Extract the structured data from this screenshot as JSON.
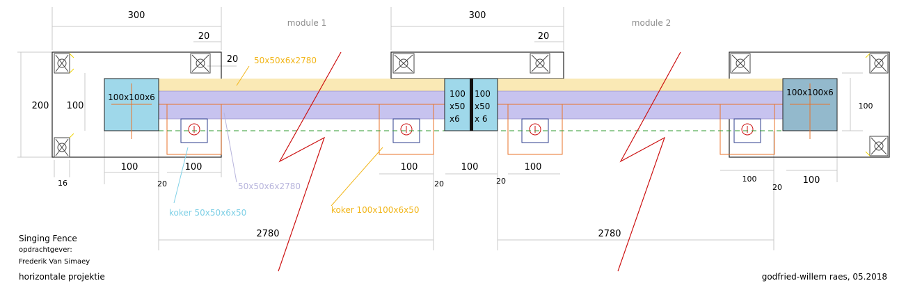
{
  "title_block": {
    "project": "Singing Fence",
    "client_label": "opdrachtgever:",
    "client_name": "Frederik Van Simaey",
    "view": "horizontale projektie",
    "author": "godfried-willem raes, 05.2018"
  },
  "modules": [
    "module 1",
    "module 2"
  ],
  "materials": {
    "top_rail": "50x50x6x2780",
    "bottom_rail": "50x50x6x2780",
    "post_large": "100x100x6",
    "post_half_a": [
      "100",
      "x50",
      "x6"
    ],
    "post_half_b": [
      "100",
      "x50",
      "x 6"
    ],
    "tube_small": "koker 50x50x6x50",
    "tube_large": "koker 100x100x6x50"
  },
  "dimensions": {
    "module_width": "300",
    "module_width_2": "300",
    "foot_offset": "20",
    "foot_offset_2": "20",
    "foot_offset_v": "20",
    "depth": "200",
    "post_depth": "100",
    "post_depth_right": "100",
    "length": "2780",
    "length_2": "2780",
    "plate_a": "100",
    "plate_b": "100",
    "plate_c": "100",
    "plate_d": "100",
    "plate_e": "100",
    "plate_f": "100",
    "plate_g": "100",
    "edge": "16",
    "gap_a": "20",
    "gap_b": "20",
    "gap_c": "20",
    "gap_d": "20"
  },
  "colors": {
    "rail_yellow": "#fae9b5",
    "rail_lavender": "#c7c3ef",
    "post_blue": "#9fd8ea",
    "foundation_orange": "#e8732a",
    "break_red": "#cc1111",
    "centerline_green": "#2f9a2f",
    "anchor_navy": "#2e3e8c"
  }
}
